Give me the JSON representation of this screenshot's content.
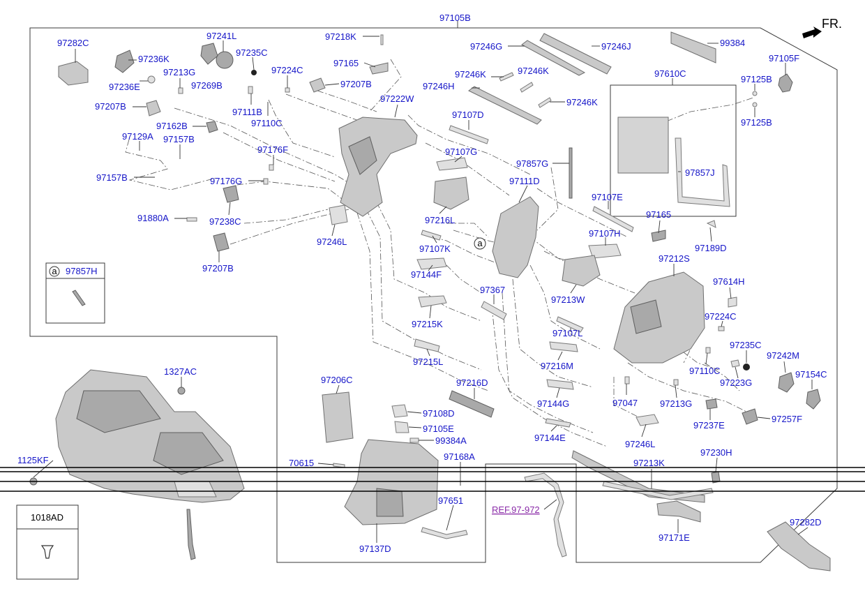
{
  "header": {
    "direction_label": "FR."
  },
  "callouts": [
    {
      "id": "c0",
      "text": "97105B"
    },
    {
      "id": "c1",
      "text": "97282C"
    },
    {
      "id": "c2",
      "text": "97241L"
    },
    {
      "id": "c3",
      "text": "97218K"
    },
    {
      "id": "c4",
      "text": "97236K"
    },
    {
      "id": "c5",
      "text": "97235C"
    },
    {
      "id": "c6",
      "text": "97236E"
    },
    {
      "id": "c7",
      "text": "97213G"
    },
    {
      "id": "c8",
      "text": "97269B"
    },
    {
      "id": "c9",
      "text": "97224C"
    },
    {
      "id": "c10",
      "text": "97165"
    },
    {
      "id": "c11",
      "text": "97207B"
    },
    {
      "id": "c12",
      "text": "97246G"
    },
    {
      "id": "c13",
      "text": "97246J"
    },
    {
      "id": "c14",
      "text": "99384"
    },
    {
      "id": "c15",
      "text": "97105F"
    },
    {
      "id": "c16",
      "text": "97246K"
    },
    {
      "id": "c17",
      "text": "97246K"
    },
    {
      "id": "c18",
      "text": "97246H"
    },
    {
      "id": "c19",
      "text": "97246K"
    },
    {
      "id": "c20",
      "text": "97610C"
    },
    {
      "id": "c21",
      "text": "97125B"
    },
    {
      "id": "c22",
      "text": "97125B"
    },
    {
      "id": "c23",
      "text": "97207B"
    },
    {
      "id": "c24",
      "text": "97222W"
    },
    {
      "id": "c25",
      "text": "97111B"
    },
    {
      "id": "c26",
      "text": "97110C"
    },
    {
      "id": "c27",
      "text": "97107D"
    },
    {
      "id": "c28",
      "text": "97162B"
    },
    {
      "id": "c29",
      "text": "97129A"
    },
    {
      "id": "c30",
      "text": "97157B"
    },
    {
      "id": "c31",
      "text": "97176F"
    },
    {
      "id": "c32",
      "text": "97107G"
    },
    {
      "id": "c33",
      "text": "97857G"
    },
    {
      "id": "c34",
      "text": "97857J"
    },
    {
      "id": "c35",
      "text": "97157B"
    },
    {
      "id": "c36",
      "text": "97176G"
    },
    {
      "id": "c37",
      "text": "97111D"
    },
    {
      "id": "c38",
      "text": "97107E"
    },
    {
      "id": "c39",
      "text": "91880A"
    },
    {
      "id": "c40",
      "text": "97238C"
    },
    {
      "id": "c41",
      "text": "97216L"
    },
    {
      "id": "c42",
      "text": "97165"
    },
    {
      "id": "c43",
      "text": "97246L"
    },
    {
      "id": "c44",
      "text": "97107H"
    },
    {
      "id": "c45",
      "text": "97189D"
    },
    {
      "id": "c46",
      "text": "97107K"
    },
    {
      "id": "c47",
      "text": "97207B"
    },
    {
      "id": "c48",
      "text": "97212S"
    },
    {
      "id": "c49",
      "text": "97144F"
    },
    {
      "id": "c50",
      "text": "97614H"
    },
    {
      "id": "c51",
      "text": "97367"
    },
    {
      "id": "c52",
      "text": "97213W"
    },
    {
      "id": "c53",
      "text": "97224C"
    },
    {
      "id": "c54",
      "text": "97215K"
    },
    {
      "id": "c55",
      "text": "97107L"
    },
    {
      "id": "c56",
      "text": "97235C"
    },
    {
      "id": "c57",
      "text": "97215L"
    },
    {
      "id": "c58",
      "text": "97216M"
    },
    {
      "id": "c59",
      "text": "97242M"
    },
    {
      "id": "c60",
      "text": "97110C"
    },
    {
      "id": "c61",
      "text": "97154C"
    },
    {
      "id": "c62",
      "text": "1327AC"
    },
    {
      "id": "c63",
      "text": "97206C"
    },
    {
      "id": "c64",
      "text": "97216D"
    },
    {
      "id": "c65",
      "text": "97223G"
    },
    {
      "id": "c66",
      "text": "97047"
    },
    {
      "id": "c67",
      "text": "97213G"
    },
    {
      "id": "c68",
      "text": "97144G"
    },
    {
      "id": "c69",
      "text": "97108D"
    },
    {
      "id": "c70",
      "text": "97237E"
    },
    {
      "id": "c71",
      "text": "97257F"
    },
    {
      "id": "c72",
      "text": "97105E"
    },
    {
      "id": "c73",
      "text": "99384A"
    },
    {
      "id": "c74",
      "text": "97144E"
    },
    {
      "id": "c75",
      "text": "97246L"
    },
    {
      "id": "c76",
      "text": "97168A"
    },
    {
      "id": "c77",
      "text": "97213K"
    },
    {
      "id": "c78",
      "text": "97230H"
    },
    {
      "id": "c79",
      "text": "1125KF"
    },
    {
      "id": "c80",
      "text": "70615"
    },
    {
      "id": "c81",
      "text": "97651"
    },
    {
      "id": "c82",
      "text": "97282D"
    },
    {
      "id": "c83",
      "text": "97171E"
    },
    {
      "id": "c84",
      "text": "97137D"
    }
  ],
  "reference": {
    "text": "REF.97-972"
  },
  "inset_a": {
    "marker": "a",
    "part": "97857H"
  },
  "circle_marker": {
    "text": "a"
  },
  "inset_fastener": {
    "part": "1018AD"
  }
}
